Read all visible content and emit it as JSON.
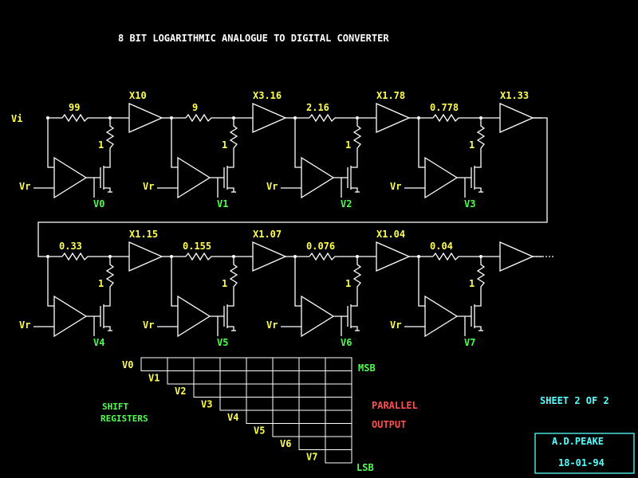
{
  "title": "8 BIT LOGARITHMIC ANALOGUE TO DIGITAL CONVERTER",
  "input_label": "Vi",
  "ref_label": "Vr",
  "bridge_label": "1",
  "rows": [
    {
      "stages": [
        {
          "resistor": "99",
          "gain": "X10",
          "bit": "V0"
        },
        {
          "resistor": "9",
          "gain": "X3.16",
          "bit": "V1"
        },
        {
          "resistor": "2.16",
          "gain": "X1.78",
          "bit": "V2"
        },
        {
          "resistor": "0.778",
          "gain": "X1.33",
          "bit": "V3"
        }
      ]
    },
    {
      "stages": [
        {
          "resistor": "0.33",
          "gain": "X1.15",
          "bit": "V4"
        },
        {
          "resistor": "0.155",
          "gain": "X1.07",
          "bit": "V5"
        },
        {
          "resistor": "0.076",
          "gain": "X1.04",
          "bit": "V6"
        },
        {
          "resistor": "0.04",
          "gain": "",
          "bit": "V7"
        }
      ]
    }
  ],
  "shift_registers": {
    "label_line1": "SHIFT",
    "label_line2": "REGISTERS",
    "rows": [
      "V0",
      "V1",
      "V2",
      "V3",
      "V4",
      "V5",
      "V6",
      "V7"
    ],
    "msb": "MSB",
    "lsb": "LSB"
  },
  "parallel_output": {
    "line1": "PARALLEL",
    "line2": "OUTPUT"
  },
  "sheet": "SHEET 2 OF 2",
  "author": "A.D.PEAKE",
  "date": "18-01-94"
}
